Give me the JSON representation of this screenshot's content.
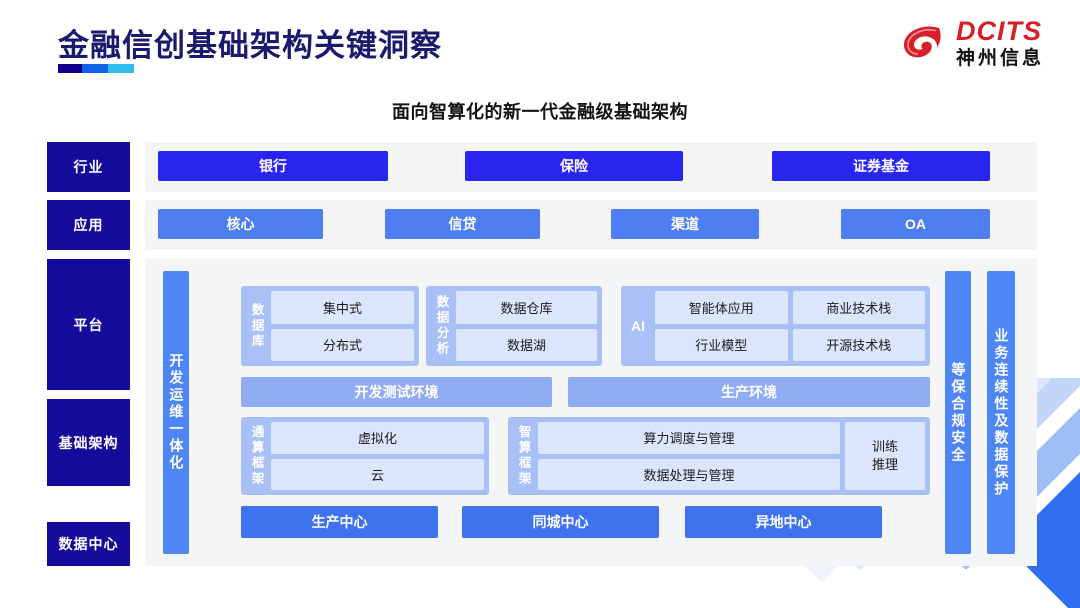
{
  "header": {
    "title": "金融信创基础架构关键洞察",
    "logo_en": "DCITS",
    "logo_cn": "神州信息",
    "logo_icon": "dcits-swirl-icon"
  },
  "subtitle": "面向智算化的新一代金融级基础架构",
  "colors": {
    "title_navy": "#1b1b6e",
    "rail_navy": "#140a9c",
    "industry_blue": "#2a24f0",
    "app_blue": "#4e7ef2",
    "panel_bg": "#f4f5f7",
    "group_blue": "#a9c0f7",
    "cell_blue": "#dbe6fd",
    "env_blue": "#8fabf4",
    "logo_red": "#d81f28"
  },
  "rails": [
    {
      "label": "行业"
    },
    {
      "label": "应用"
    },
    {
      "label": "平台"
    },
    {
      "label": "基础架构"
    },
    {
      "label": "数据中心"
    }
  ],
  "industry_row": [
    {
      "label": "银行"
    },
    {
      "label": "保险"
    },
    {
      "label": "证券基金"
    }
  ],
  "application_row": [
    {
      "label": "核心"
    },
    {
      "label": "信贷"
    },
    {
      "label": "渠道"
    },
    {
      "label": "OA"
    }
  ],
  "left_pillar": {
    "label": "开发运维一体化"
  },
  "right_pillars": [
    {
      "label": "等保合规安全"
    },
    {
      "label": "业务连续性及数据保护"
    }
  ],
  "platform": {
    "database": {
      "label": "数据库",
      "items": [
        "集中式",
        "分布式"
      ]
    },
    "analytics": {
      "label": "数据分析",
      "items": [
        "数据仓库",
        "数据湖"
      ]
    },
    "ai": {
      "label": "AI",
      "items": [
        "智能体应用",
        "商业技术栈",
        "行业模型",
        "开源技术栈"
      ]
    },
    "environments": [
      {
        "label": "开发测试环境"
      },
      {
        "label": "生产环境"
      }
    ]
  },
  "infrastructure": {
    "general_compute": {
      "label": "通算框架",
      "items": [
        "虚拟化",
        "云"
      ]
    },
    "intelligent_compute": {
      "label": "智算框架",
      "items": [
        "算力调度与管理",
        "数据处理与管理"
      ]
    },
    "training": {
      "line1": "训练",
      "line2": "推理"
    }
  },
  "datacenter_row": [
    {
      "label": "生产中心"
    },
    {
      "label": "同城中心"
    },
    {
      "label": "异地中心"
    }
  ]
}
